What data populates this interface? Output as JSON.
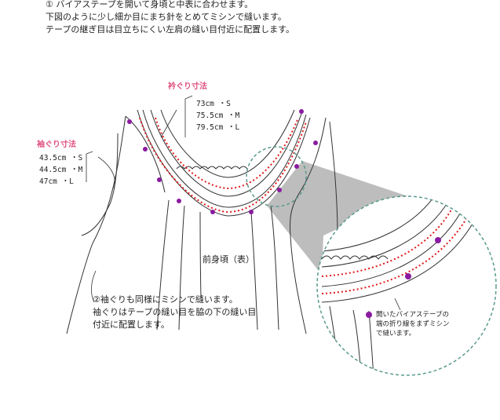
{
  "instructions": [
    "① バイアステープを開いて身頃と中表に合わせます。",
    "下図のように少し細か目にまち針をとめてミシンで縫います。",
    "テープの継ぎ目は目立ちにくい左肩の縫い目付近に配置します。"
  ],
  "neckline": {
    "heading": "衿ぐり寸法",
    "sizes": [
      "73cm ・S",
      "75.5cm ・M",
      "79.5cm ・L"
    ]
  },
  "armhole": {
    "heading": "袖ぐり寸法",
    "sizes": [
      "43.5cm ・S",
      "44.5cm ・M",
      "47cm ・L"
    ]
  },
  "body_label": "前身頃（表）",
  "step2": [
    "②袖ぐりも同様にミシンで縫います。",
    "袖ぐりはテープの縫い目を脇の下の縫い目",
    "付近に配置します。"
  ],
  "zoom_note": [
    "開いたバイアステープの",
    "端の折り線をまずミシン",
    "で縫います。"
  ],
  "colors": {
    "accent": "#e0507e",
    "pin": "#8a1aa0",
    "stitch": "#e01a1a",
    "zoom_ring": "#5a9a8e",
    "zoom_fill": "#bdbdbd"
  }
}
